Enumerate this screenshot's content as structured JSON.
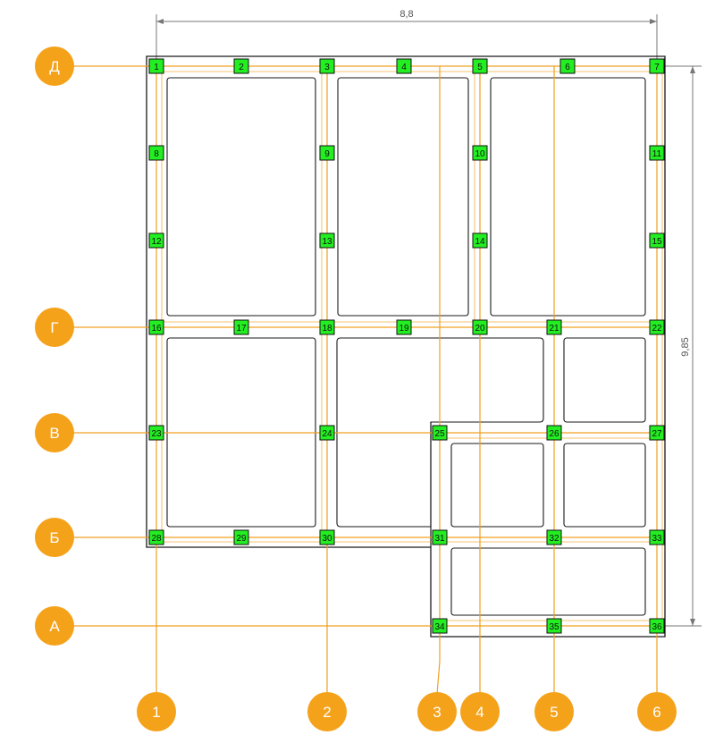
{
  "colors": {
    "axis": "#f0a020",
    "bubble": "#f5a21b",
    "node": "#22ee22",
    "wall": "#1a1a1a",
    "dimension": "#777777"
  },
  "dimensions": {
    "width_label": "8,8",
    "height_label": "9,85"
  },
  "axes": {
    "horizontal": [
      {
        "id": "D",
        "label": "Д"
      },
      {
        "id": "G",
        "label": "Г"
      },
      {
        "id": "V",
        "label": "В"
      },
      {
        "id": "B",
        "label": "Б"
      },
      {
        "id": "A",
        "label": "А"
      }
    ],
    "vertical": [
      {
        "id": "1",
        "label": "1"
      },
      {
        "id": "2",
        "label": "2"
      },
      {
        "id": "3",
        "label": "3"
      },
      {
        "id": "4",
        "label": "4"
      },
      {
        "id": "5",
        "label": "5"
      },
      {
        "id": "6",
        "label": "6"
      }
    ]
  },
  "nodes": [
    {
      "label": "1",
      "col": "c1",
      "row": "D"
    },
    {
      "label": "2",
      "col": "cm2",
      "row": "D"
    },
    {
      "label": "3",
      "col": "c2",
      "row": "D"
    },
    {
      "label": "4",
      "col": "cm4",
      "row": "D"
    },
    {
      "label": "5",
      "col": "c4",
      "row": "D"
    },
    {
      "label": "6",
      "col": "cm6",
      "row": "D"
    },
    {
      "label": "7",
      "col": "c6",
      "row": "D"
    },
    {
      "label": "8",
      "col": "c1",
      "row": "r8"
    },
    {
      "label": "9",
      "col": "c2",
      "row": "r8"
    },
    {
      "label": "10",
      "col": "c4",
      "row": "r8"
    },
    {
      "label": "11",
      "col": "c6",
      "row": "r8"
    },
    {
      "label": "12",
      "col": "c1",
      "row": "r12"
    },
    {
      "label": "13",
      "col": "c2",
      "row": "r12"
    },
    {
      "label": "14",
      "col": "c4",
      "row": "r12"
    },
    {
      "label": "15",
      "col": "c6",
      "row": "r12"
    },
    {
      "label": "16",
      "col": "c1",
      "row": "G"
    },
    {
      "label": "17",
      "col": "cm2",
      "row": "G"
    },
    {
      "label": "18",
      "col": "c2",
      "row": "G"
    },
    {
      "label": "19",
      "col": "cm4",
      "row": "G"
    },
    {
      "label": "20",
      "col": "c4",
      "row": "G"
    },
    {
      "label": "21",
      "col": "c5",
      "row": "G"
    },
    {
      "label": "22",
      "col": "c6",
      "row": "G"
    },
    {
      "label": "23",
      "col": "c1",
      "row": "V"
    },
    {
      "label": "24",
      "col": "c2",
      "row": "V"
    },
    {
      "label": "25",
      "col": "c3",
      "row": "V"
    },
    {
      "label": "26",
      "col": "c5",
      "row": "V"
    },
    {
      "label": "27",
      "col": "c6",
      "row": "V"
    },
    {
      "label": "28",
      "col": "c1",
      "row": "B"
    },
    {
      "label": "29",
      "col": "cm2",
      "row": "B"
    },
    {
      "label": "30",
      "col": "c2",
      "row": "B"
    },
    {
      "label": "31",
      "col": "c3",
      "row": "B"
    },
    {
      "label": "32",
      "col": "c5",
      "row": "B"
    },
    {
      "label": "33",
      "col": "c6",
      "row": "B"
    },
    {
      "label": "34",
      "col": "c3",
      "row": "A"
    },
    {
      "label": "35",
      "col": "c5",
      "row": "A"
    },
    {
      "label": "36",
      "col": "c6",
      "row": "A"
    }
  ]
}
